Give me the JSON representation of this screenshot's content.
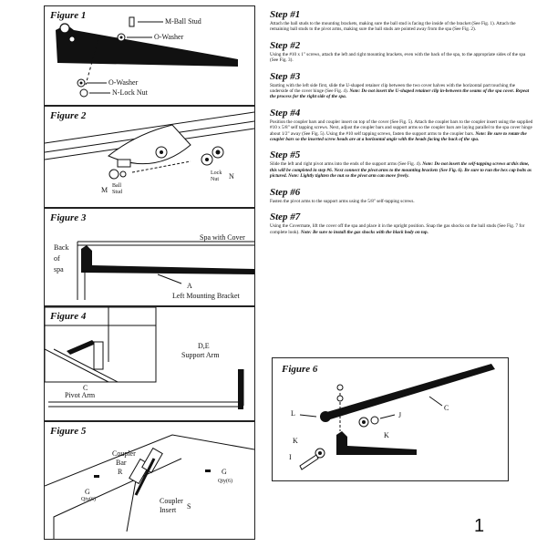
{
  "figures": {
    "fig1": {
      "title": "Figure 1",
      "labels": {
        "ball_stud": "M-Ball Stud",
        "washer_top": "O-Washer",
        "washer_bottom": "O-Washer",
        "lock_nut": "N-Lock Nut"
      }
    },
    "fig2": {
      "title": "Figure 2",
      "labels": {
        "m": "M",
        "ball": "Ball",
        "stud": "Stud",
        "lock": "Lock",
        "nut": "Nut",
        "n": "N"
      }
    },
    "fig3": {
      "title": "Figure 3",
      "labels": {
        "back": "Back",
        "of": "of",
        "spa": "spa",
        "spa_cover": "Spa with Cover",
        "a": "A",
        "bracket": "Left Mounting Bracket"
      }
    },
    "fig4": {
      "title": "Figure 4",
      "labels": {
        "de": "D,E",
        "support_arm": "Support Arm",
        "c": "C",
        "pivot_arm": "Pivot Arm"
      }
    },
    "fig5": {
      "title": "Figure 5",
      "labels": {
        "coupler_bar": "Coupler",
        "bar": "Bar",
        "r": "R",
        "g_left": "G",
        "qty_left": "Qty(6)",
        "g_right": "G",
        "qty_right": "Qty(6)",
        "coupler_insert": "Coupler",
        "insert": "Insert",
        "s": "S"
      }
    },
    "fig6": {
      "title": "Figure 6",
      "labels": {
        "l": "L",
        "c": "C",
        "j": "J",
        "k_left": "K",
        "k_right": "K",
        "i": "I"
      }
    }
  },
  "steps": [
    {
      "title": "Step #1",
      "text": "Attach the ball studs to the mounting brackets, making sure the ball stud is facing the inside of the bracket (See Fig. 1). Attach the remaining ball studs to the pivot arms, making sure the ball studs are pointed away from the spa (See Fig. 2).",
      "note": ""
    },
    {
      "title": "Step #2",
      "text": "Using the #10 x 1\" screws, attach the left and right mounting brackets, even with the back of the spa, to the appropriate sides of the spa (See Fig. 3).",
      "note": ""
    },
    {
      "title": "Step #3",
      "text": "Starting with the left side first, slide the U-shaped retainer clip between the two cover halves with the horizontal part touching the underside of the cover hinge (See Fig. 4).",
      "note": "Note: Do not insert the U-shaped retainer clip in-between the seams of the spa cover. Repeat the process for the right side of the spa."
    },
    {
      "title": "Step #4",
      "text": "Position the coupler bars and coupler insert on top of the cover (See Fig. 5). Attach the coupler bars to the coupler insert using the supplied #10 x 5/8\" self tapping screws. Next, adjust the coupler bars and support arms so the coupler bars are laying parallel to the spa cover hinge about 1/2\" away (See Fig. 5). Using the #10 self tapping screws, fasten the support arms to the coupler bars.",
      "note": "Note: Be sure to rotate the coupler bars so the inserted screw heads are at a horizontal angle with the heads facing the back of the spa."
    },
    {
      "title": "Step #5",
      "text": "Slide the left and right pivot arms into the ends of the support arms (See Fig. 4).",
      "note": "Note: Do not insert the self-tapping screws at this time, this will be completed in step #6. Next connect the pivot arms to the mounting brackets (See Fig. 6). Be sure to run the hex cap bolts as pictured. Note: Lightly tighten the nut so the pivot arm can move freely."
    },
    {
      "title": "Step #6",
      "text": "Fasten the pivot arms to the support arms using the 5/8\" self-tapping screws.",
      "note": ""
    },
    {
      "title": "Step #7",
      "text": "Using the Covermate, lift the cover off the spa and place it in the upright position. Snap the gas shocks on the ball studs (See Fig. 7 for complete look).",
      "note": "Note: Be sure to install the gas shocks with the black body on top."
    }
  ],
  "page_number": "1"
}
